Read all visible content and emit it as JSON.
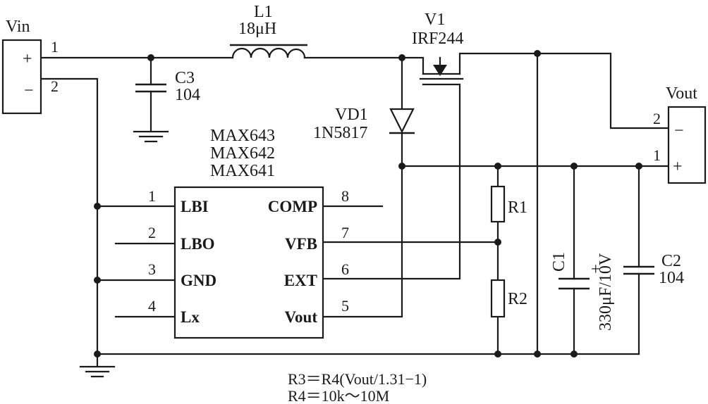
{
  "vin": {
    "label": "Vin",
    "pin1": "1",
    "pin2": "2",
    "plus": "+",
    "minus": "−"
  },
  "vout": {
    "label": "Vout",
    "pin2": "2",
    "pin1": "1",
    "minus": "−",
    "plus": "+"
  },
  "l1": {
    "name": "L1",
    "value": "18μH"
  },
  "v1": {
    "name": "V1",
    "part": "IRF244"
  },
  "c3": {
    "name": "C3",
    "value": "104"
  },
  "vd1": {
    "name": "VD1",
    "part": "1N5817"
  },
  "ic": {
    "names": [
      "MAX643",
      "MAX642",
      "MAX641"
    ],
    "left_pins": [
      {
        "num": "1",
        "label": "LBI"
      },
      {
        "num": "2",
        "label": "LBO"
      },
      {
        "num": "3",
        "label": "GND"
      },
      {
        "num": "4",
        "label": "Lx"
      }
    ],
    "right_pins": [
      {
        "num": "8",
        "label": "COMP"
      },
      {
        "num": "7",
        "label": "VFB"
      },
      {
        "num": "6",
        "label": "EXT"
      },
      {
        "num": "5",
        "label": "Vout"
      }
    ]
  },
  "r1": {
    "name": "R1"
  },
  "r2": {
    "name": "R2"
  },
  "c1": {
    "name": "C1",
    "plus": "+",
    "value": "330μF/10V"
  },
  "c2": {
    "name": "C2",
    "value": "104"
  },
  "notes": [
    "R3＝R4(Vout/1.31−1)",
    "R4＝10k～10M"
  ]
}
